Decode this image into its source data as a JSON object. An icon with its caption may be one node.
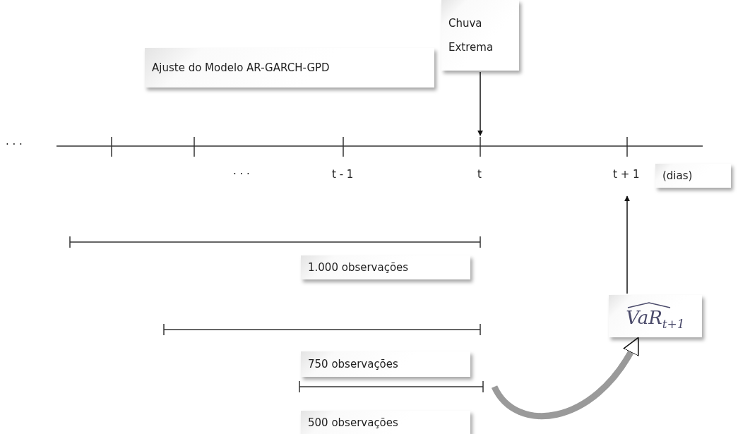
{
  "diagram": {
    "nodes": [
      {
        "text": [
          "Chuva Extrema"
        ]
      },
      {
        "text": [
          "Ajuste do Modelo AR-GARCH-GPD"
        ]
      },
      {
        "text": [
          "1.000 observações"
        ]
      },
      {
        "text": [
          "750 observações"
        ]
      },
      {
        "text": [
          "500 observações"
        ]
      },
      {
        "text": [
          "VaR$_{t+1}$"
        ]
      },
      {
        "text": [
          "(dias)"
        ]
      }
    ],
    "edges": [
      {
        "from": 0,
        "to": null,
        "arrow": "to"
      },
      {
        "from": 5,
        "to": null,
        "arrow": "to"
      },
      {
        "from": null,
        "to": 5,
        "arrow": "to",
        "style": "thick",
        "color": "#9a9a9a"
      }
    ],
    "labels": [
      "· · ·",
      "· · ·",
      "t - 1",
      "t",
      "t + 1"
    ]
  }
}
